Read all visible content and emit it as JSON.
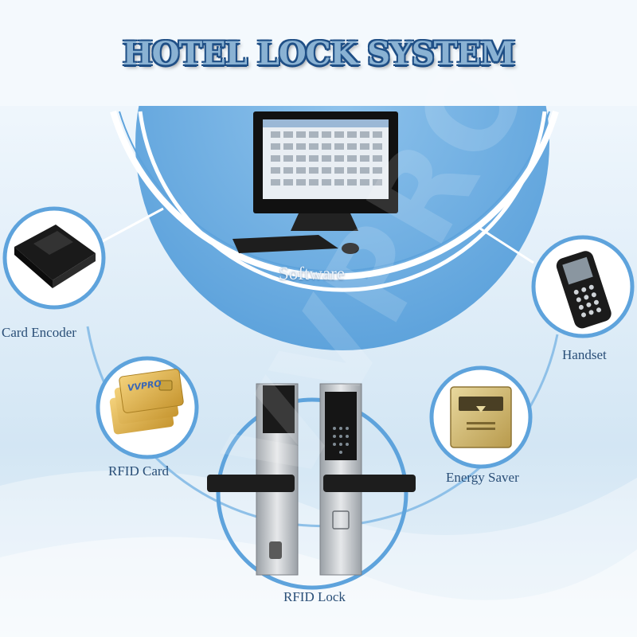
{
  "title": "HOTEL LOCK SYSTEM",
  "colors": {
    "accent": "#4f9bd8",
    "title_outline": "#1f4f86",
    "label": "#294e77",
    "gold": "#d9b04a"
  },
  "nodes": {
    "software": {
      "label": "Software",
      "icon": "desktop-computer-icon"
    },
    "card_encoder": {
      "label": "Card Encoder",
      "icon": "card-encoder-icon"
    },
    "handset": {
      "label": "Handset",
      "icon": "handset-icon"
    },
    "rfid_card": {
      "label": "RFID Card",
      "icon": "rfid-card-icon",
      "brand": "VVPRO"
    },
    "energy_saver": {
      "label": "Energy Saver",
      "icon": "energy-saver-icon"
    },
    "rfid_lock": {
      "label": "RFID Lock",
      "icon": "door-lock-icon"
    }
  },
  "watermark": "VVPRO"
}
